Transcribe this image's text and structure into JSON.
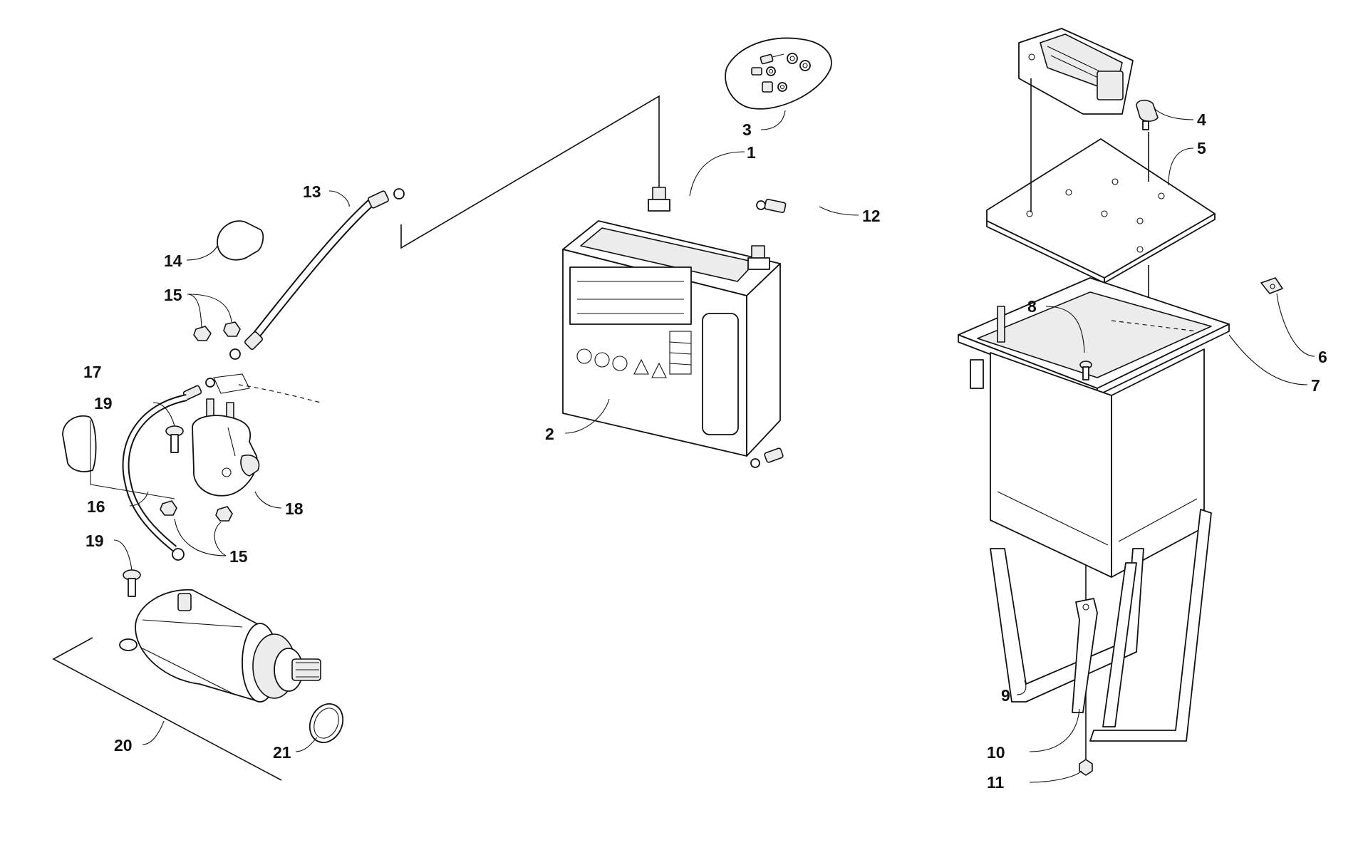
{
  "callouts": {
    "c1": "1",
    "c2": "2",
    "c3": "3",
    "c4": "4",
    "c5": "5",
    "c6": "6",
    "c7": "7",
    "c8": "8",
    "c9": "9",
    "c10": "10",
    "c11": "11",
    "c12": "12",
    "c13": "13",
    "c14": "14",
    "c15a": "15",
    "c15b": "15",
    "c16": "16",
    "c17": "17",
    "c18": "18",
    "c19a": "19",
    "c19b": "19",
    "c20": "20",
    "c21": "21"
  }
}
